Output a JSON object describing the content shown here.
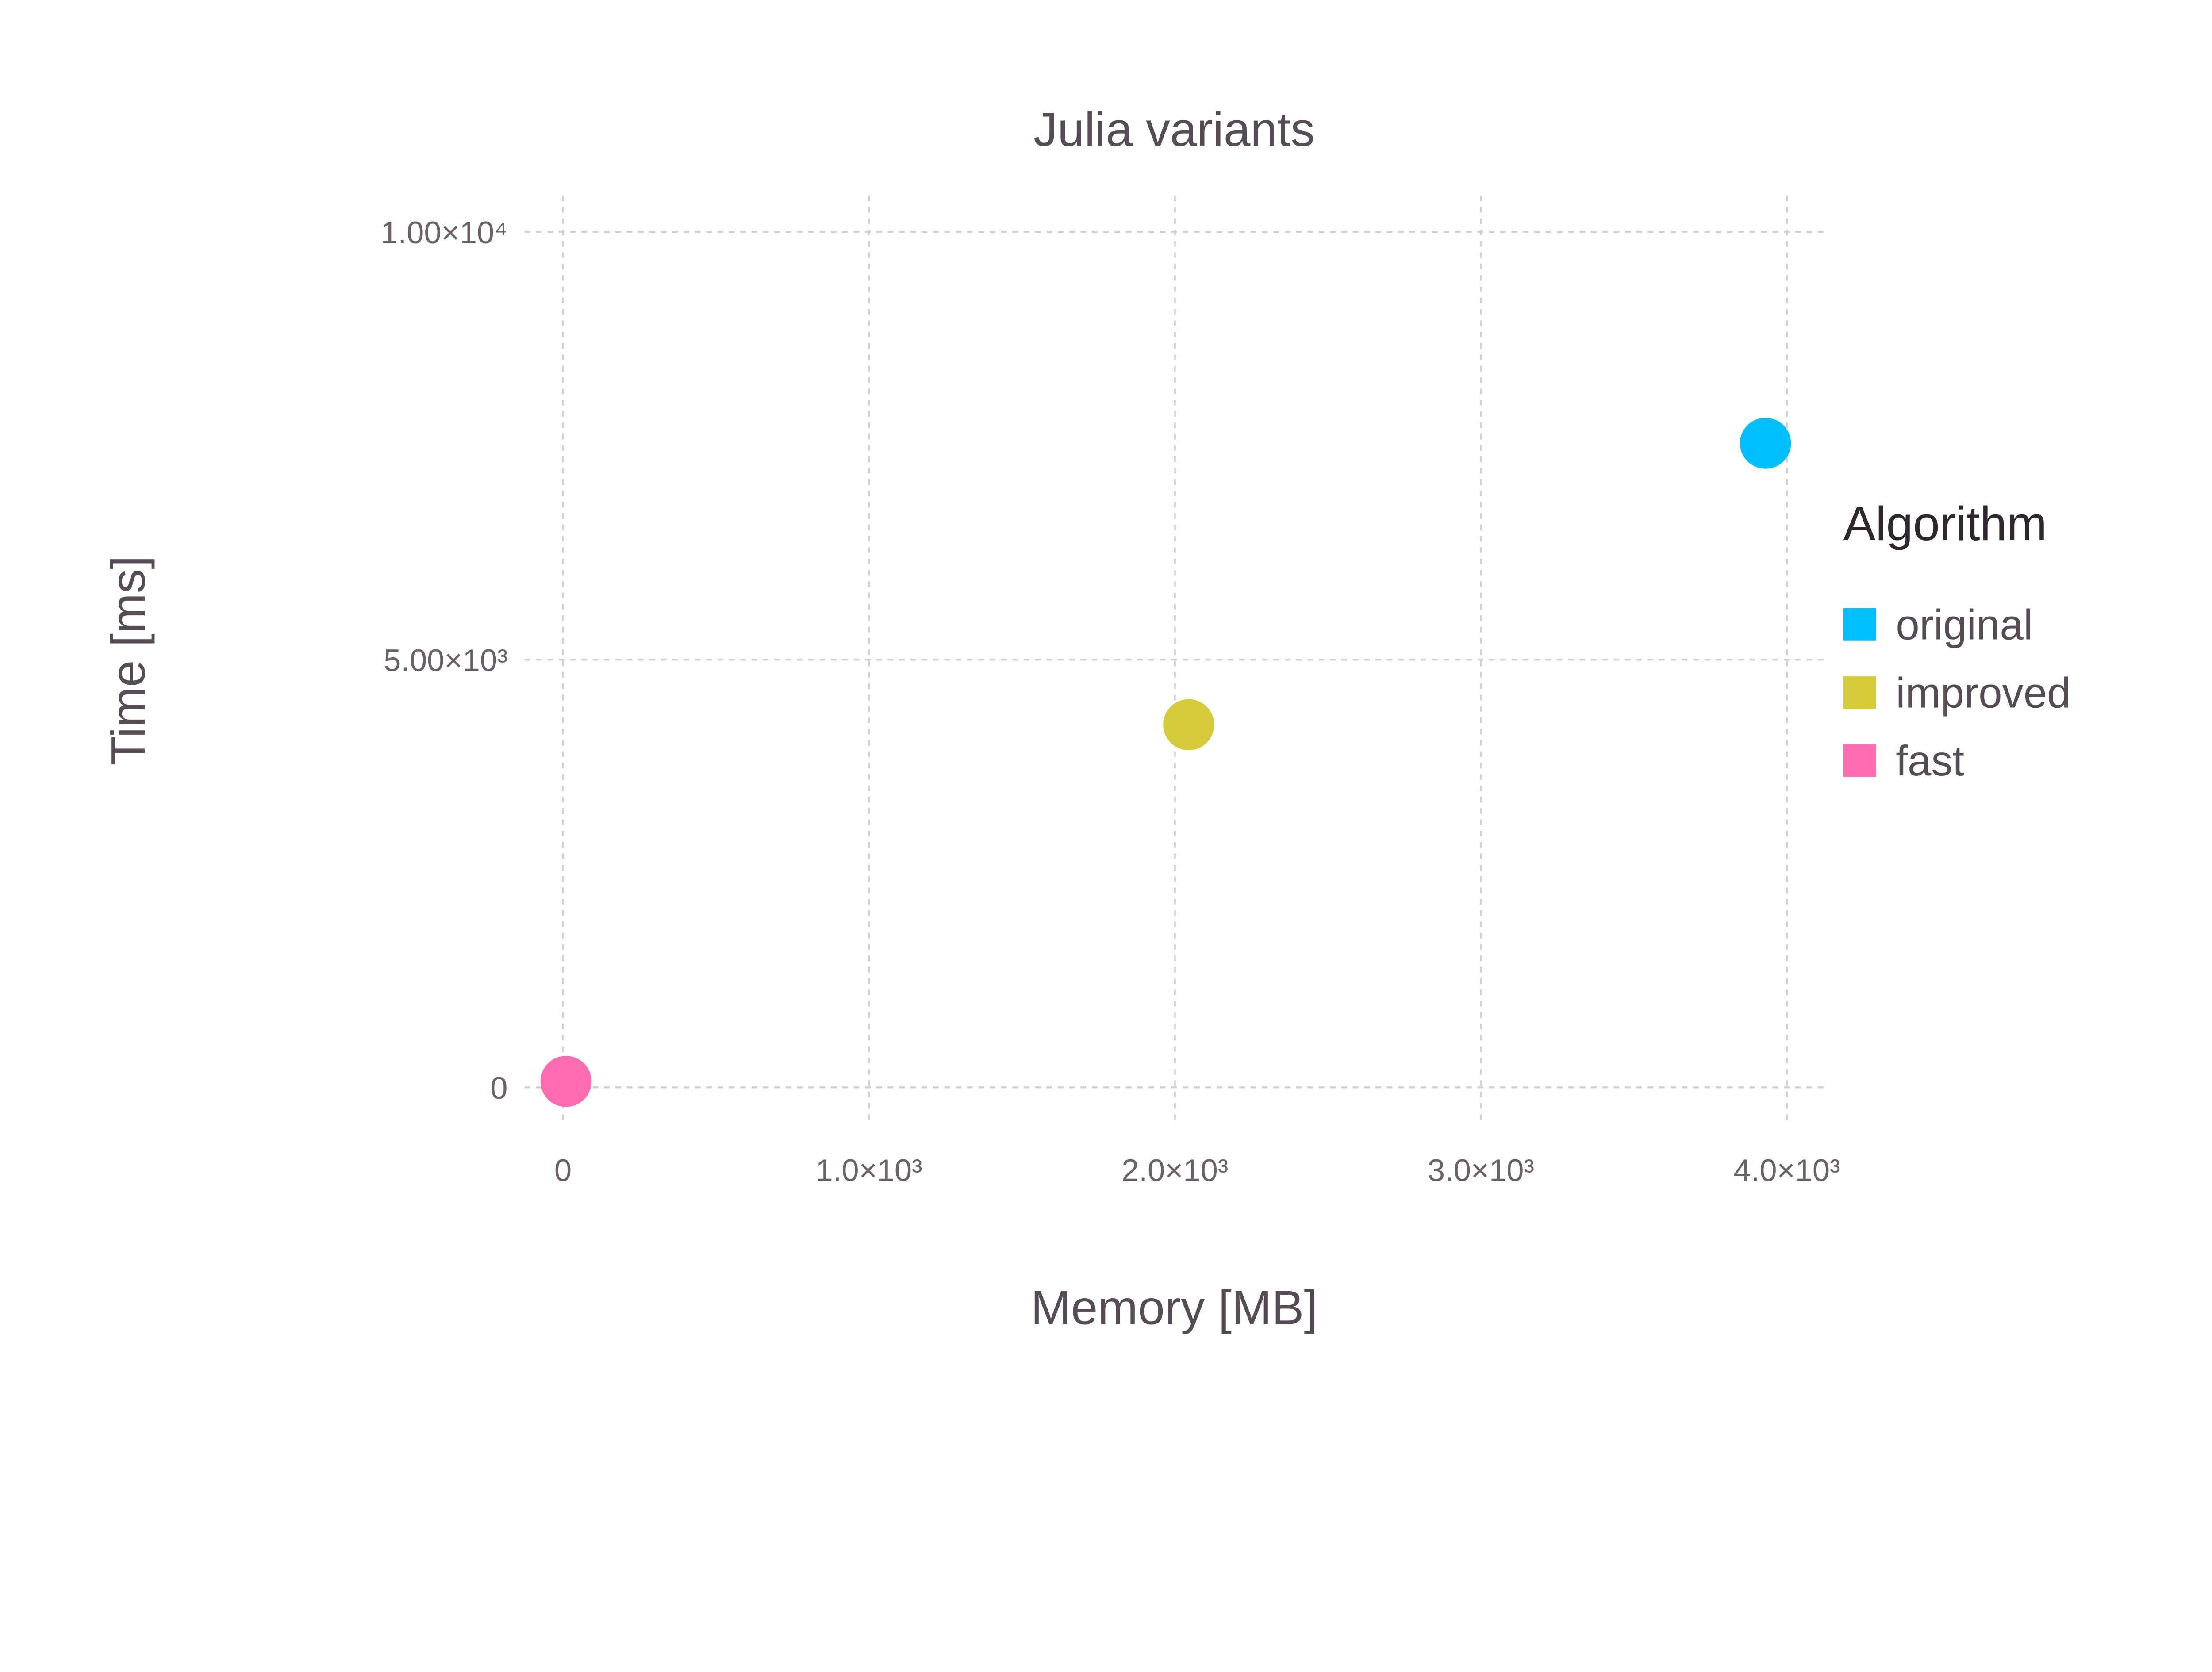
{
  "chart_data": {
    "type": "scatter",
    "title": "Julia variants",
    "xlabel": "Memory [MB]",
    "ylabel": "Time [ms]",
    "xlim": [
      0,
      4100
    ],
    "ylim": [
      -400,
      10400
    ],
    "grid": true,
    "x_ticks": [
      0,
      1000,
      2000,
      3000,
      4000
    ],
    "x_tick_labels": [
      "0",
      "1.0×10³",
      "2.0×10³",
      "3.0×10³",
      "4.0×10³"
    ],
    "y_ticks": [
      0,
      5000,
      10000
    ],
    "y_tick_labels": [
      "0",
      "5.00×10³",
      "1.00×10⁴"
    ],
    "legend": {
      "title": "Algorithm",
      "placement": "right"
    },
    "series": [
      {
        "name": "original",
        "color": "#00bfff",
        "x": [
          3930
        ],
        "y": [
          7530
        ]
      },
      {
        "name": "improved",
        "color": "#d4ca3a",
        "x": [
          2045
        ],
        "y": [
          4240
        ]
      },
      {
        "name": "fast",
        "color": "#ff6db0",
        "x": [
          10
        ],
        "y": [
          70
        ]
      }
    ]
  }
}
